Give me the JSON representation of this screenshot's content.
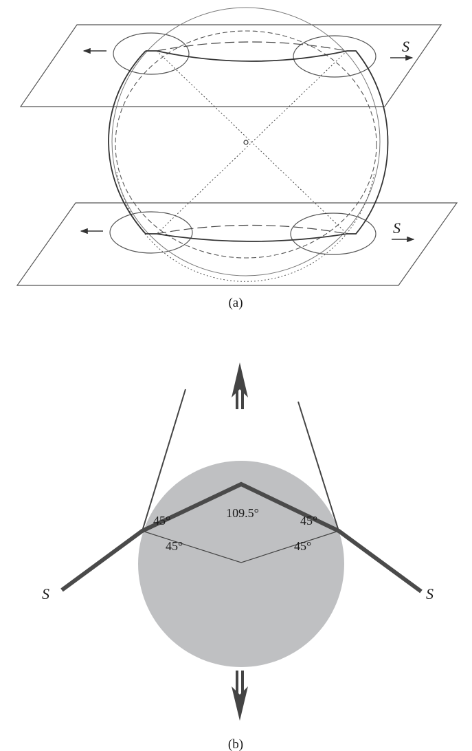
{
  "figure_a": {
    "caption": "(a)",
    "label_s_right_top": "S",
    "label_s_right_bottom": "S"
  },
  "figure_b": {
    "caption": "(b)",
    "angle_apex": "109.5°",
    "angle_left_outer": "45°",
    "angle_left_inner": "45°",
    "angle_right_outer": "45°",
    "angle_right_inner": "45°",
    "label_s_left": "S",
    "label_s_right": "S",
    "colors": {
      "sphere_fill": "#bfc0c2",
      "line": "#4a4a4a"
    }
  }
}
